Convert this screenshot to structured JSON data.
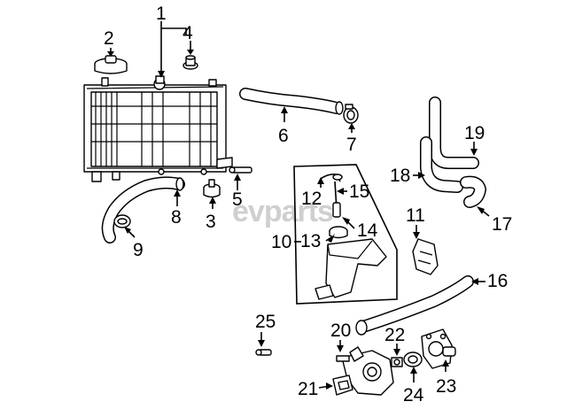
{
  "watermark": "evparts",
  "callouts": [
    {
      "id": "c1",
      "text": "1"
    },
    {
      "id": "c2",
      "text": "2"
    },
    {
      "id": "c3",
      "text": "3"
    },
    {
      "id": "c4",
      "text": "4"
    },
    {
      "id": "c5",
      "text": "5"
    },
    {
      "id": "c6",
      "text": "6"
    },
    {
      "id": "c7",
      "text": "7"
    },
    {
      "id": "c8",
      "text": "8"
    },
    {
      "id": "c9",
      "text": "9"
    },
    {
      "id": "c10",
      "text": "10"
    },
    {
      "id": "c11",
      "text": "11"
    },
    {
      "id": "c12",
      "text": "12"
    },
    {
      "id": "c13",
      "text": "13"
    },
    {
      "id": "c14",
      "text": "14"
    },
    {
      "id": "c15",
      "text": "15"
    },
    {
      "id": "c16",
      "text": "16"
    },
    {
      "id": "c17",
      "text": "17"
    },
    {
      "id": "c18",
      "text": "18"
    },
    {
      "id": "c19",
      "text": "19"
    },
    {
      "id": "c20",
      "text": "20"
    },
    {
      "id": "c21",
      "text": "21"
    },
    {
      "id": "c22",
      "text": "22"
    },
    {
      "id": "c23",
      "text": "23"
    },
    {
      "id": "c24",
      "text": "24"
    },
    {
      "id": "c25",
      "text": "25"
    }
  ]
}
